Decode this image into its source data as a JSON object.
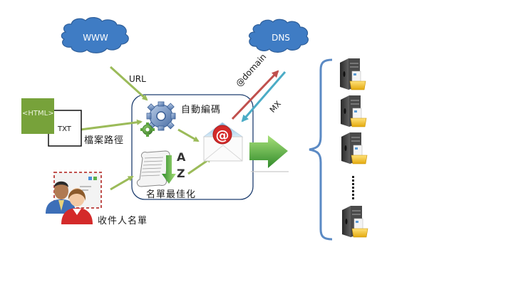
{
  "diagram": {
    "clouds": {
      "www": "WWW",
      "dns": "DNS"
    },
    "labels": {
      "url": "URL",
      "file_path": "檔案路徑",
      "auto_encode": "自動編碼",
      "list_optimize": "名單最佳化",
      "recipient_list": "收件人名單",
      "domain": "@domain",
      "mx": "MX"
    },
    "sources": {
      "html_tag": "<HTML>",
      "txt_tag": "TXT"
    },
    "sort_letters": {
      "a": "A",
      "z": "Z"
    },
    "server_count_visible": 4,
    "ellipsis": "......",
    "colors": {
      "cloud": "#3f7cc4",
      "cloud_border": "#2f5f9a",
      "arrow_green": "#9bbb59",
      "arrow_red": "#c0504d",
      "arrow_teal": "#4bacc6",
      "box_border": "#1f3f70",
      "brace": "#5b8ac4",
      "html_green": "#77a23a"
    }
  }
}
